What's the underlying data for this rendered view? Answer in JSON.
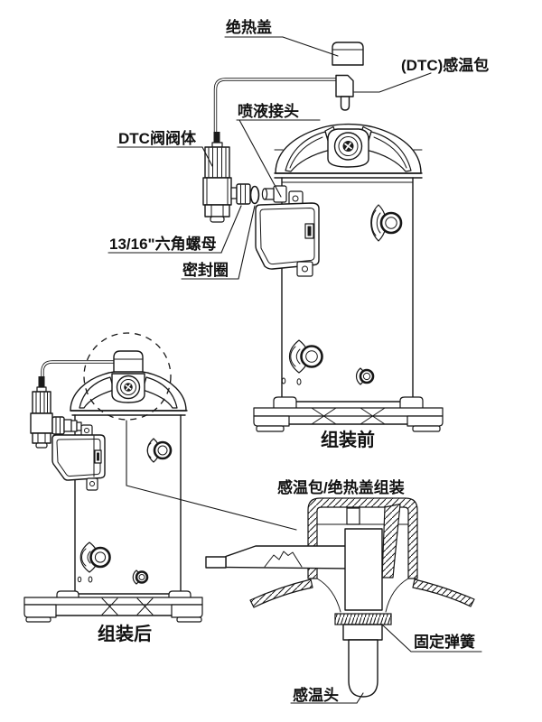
{
  "diagram": {
    "kind": "compressor DTC valve assembly instruction line drawing",
    "labels": {
      "insulation_cover": "绝热盖",
      "dtc_sensor_bulb": "(DTC)感温包",
      "injection_joint": "喷液接头",
      "valve_body": "DTC阀阀体",
      "hex_nut": "13/16\"六角螺母",
      "seal_ring": "密封圈",
      "before_assembly": "组装前",
      "after_assembly": "组装后",
      "detail_title": "感温包/绝热盖组装",
      "fixing_spring": "固定弹簧",
      "sensor_head": "感温头"
    },
    "colors": {
      "line": "#161616",
      "background": "#ffffff"
    }
  }
}
